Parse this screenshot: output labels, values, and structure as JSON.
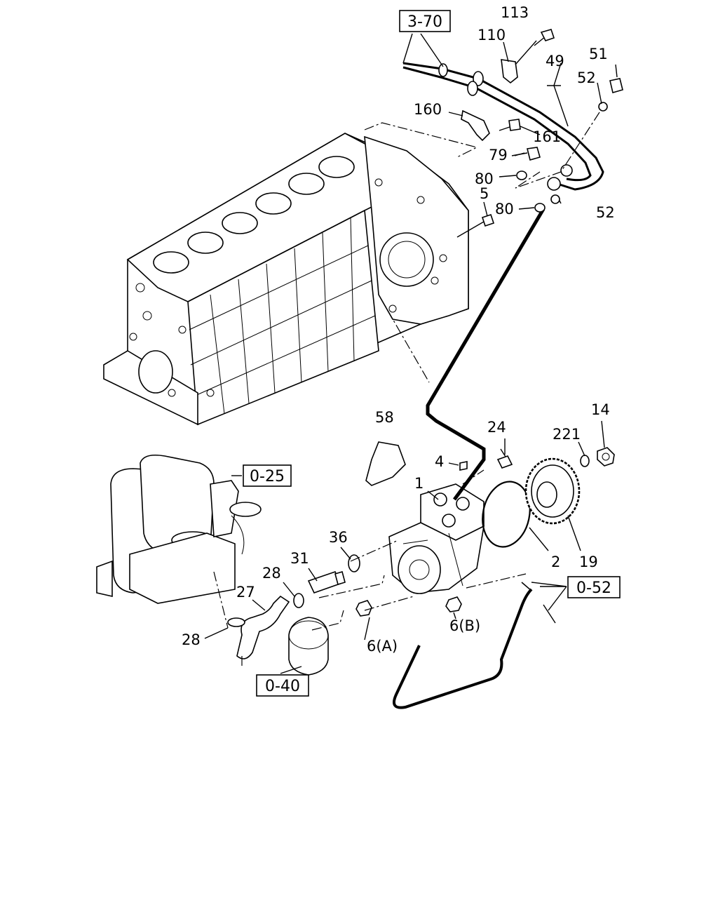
{
  "background": "#ffffff",
  "ink": "#000000",
  "references": {
    "r370": "3-70",
    "r025": "0-25",
    "r052": "0-52",
    "r040": "0-40"
  },
  "labels": {
    "p113": "113",
    "p110": "110",
    "p49": "49",
    "p51": "51",
    "p52a": "52",
    "p160": "160",
    "p161": "161",
    "p79": "79",
    "p80a": "80",
    "p5": "5",
    "p80b": "80",
    "p52b": "52",
    "p58": "58",
    "p24": "24",
    "p221": "221",
    "p14": "14",
    "p4": "4",
    "p1": "1",
    "p36": "36",
    "p31": "31",
    "p28a": "28",
    "p27": "27",
    "p28b": "28",
    "p2": "2",
    "p19": "19",
    "p6b": "6(B)",
    "p6a": "6(A)"
  }
}
